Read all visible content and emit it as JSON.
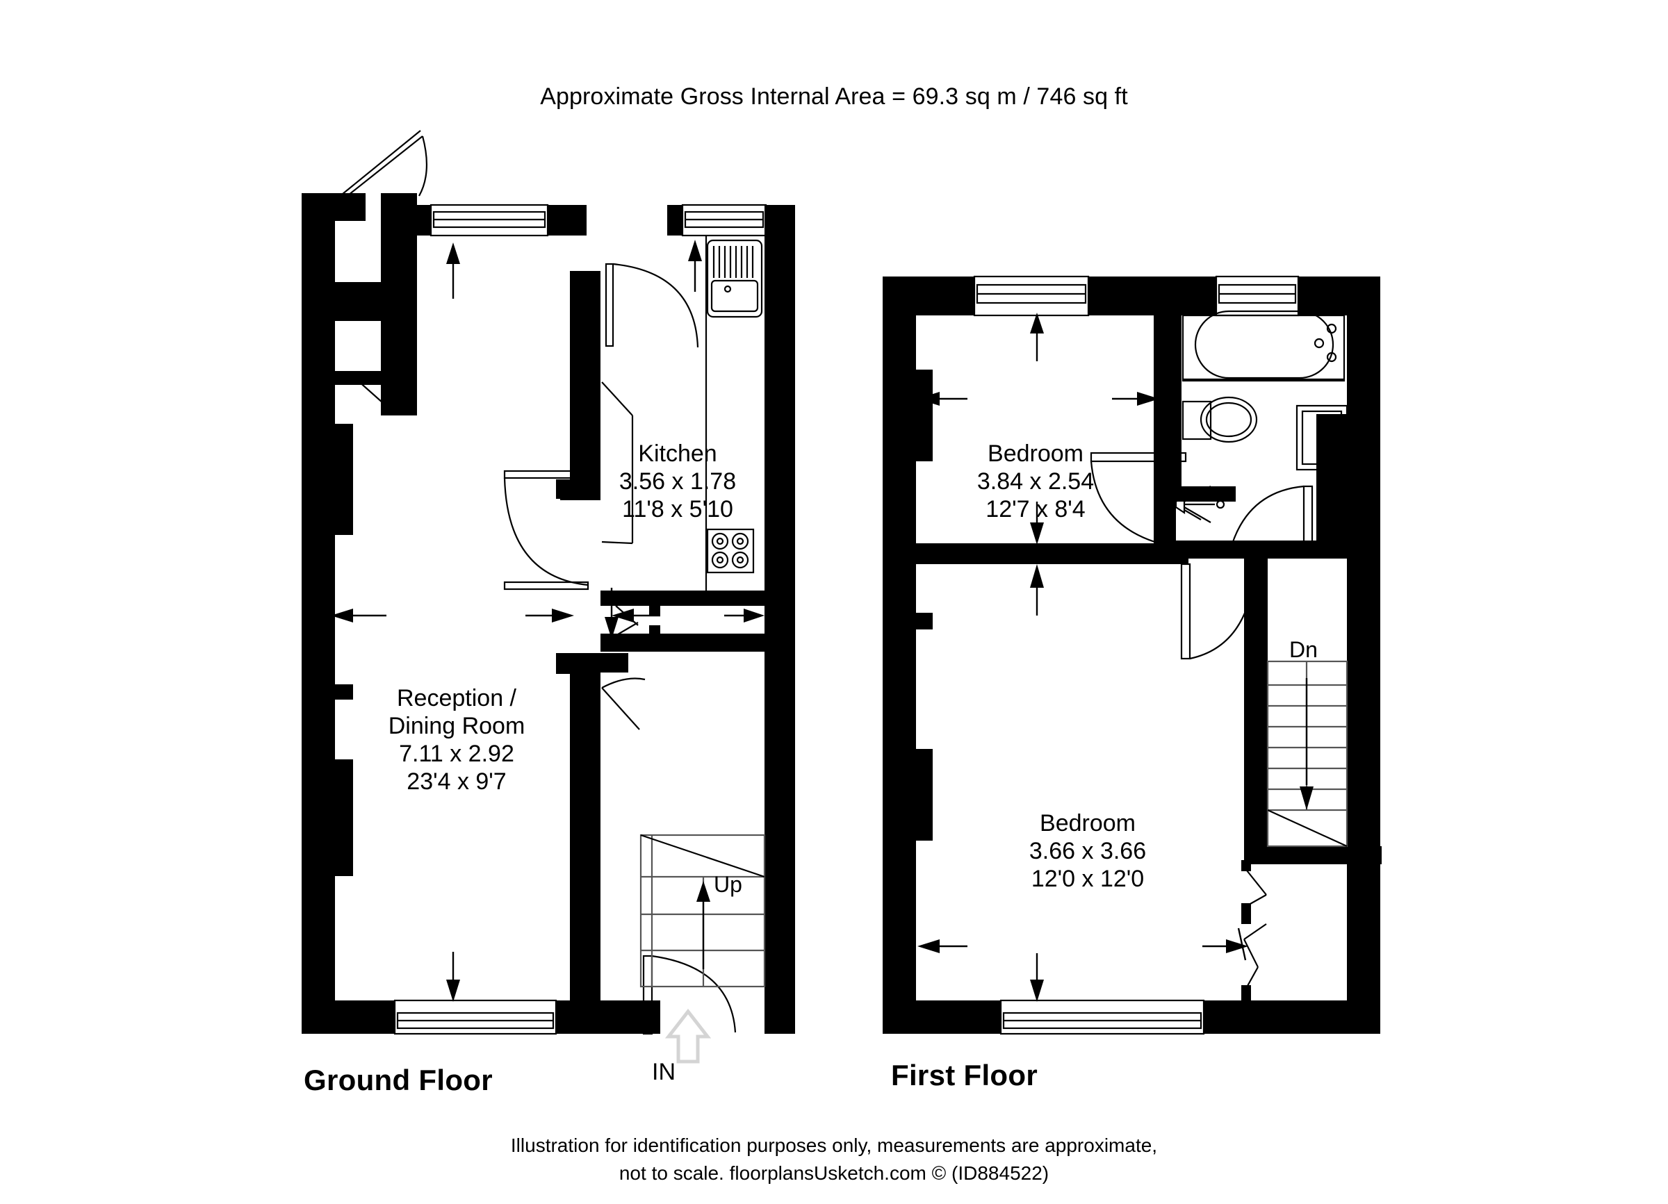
{
  "header": {
    "area_text": "Approximate Gross Internal Area = 69.3 sq m / 746 sq ft"
  },
  "footer": {
    "line1": "Illustration for identification purposes only, measurements are approximate,",
    "line2": "not to scale. floorplansUsketch.com © (ID884522)"
  },
  "floors": [
    {
      "id": "ground",
      "title": "Ground Floor",
      "rooms": [
        {
          "name": "Kitchen",
          "metric": "3.56 x 1.78",
          "imperial": "11'8 x 5'10"
        },
        {
          "name_line1": "Reception /",
          "name_line2": "Dining Room",
          "metric": "7.11 x 2.92",
          "imperial": "23'4 x 9'7"
        }
      ],
      "markers": [
        {
          "label": "Up",
          "kind": "stair-up"
        },
        {
          "label": "IN",
          "kind": "entrance"
        }
      ]
    },
    {
      "id": "first",
      "title": "First Floor",
      "rooms": [
        {
          "name": "Bedroom",
          "metric": "3.84 x 2.54",
          "imperial": "12'7 x 8'4"
        },
        {
          "name": "Bedroom",
          "metric": "3.66 x 3.66",
          "imperial": "12'0 x 12'0"
        }
      ],
      "markers": [
        {
          "label": "Dn",
          "kind": "stair-down"
        }
      ]
    }
  ],
  "colors": {
    "wall": "#000000",
    "background": "#ffffff",
    "line": "#000000",
    "entrance_arrow": "#d4d4d4"
  }
}
